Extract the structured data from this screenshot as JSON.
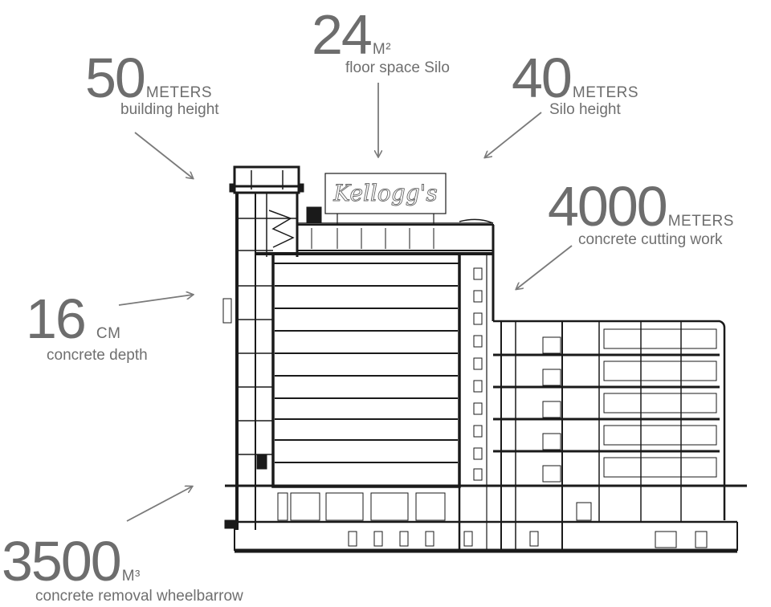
{
  "stats": {
    "floor_space": {
      "value": "24",
      "unit": "M²",
      "label": "floor space Silo"
    },
    "building_height": {
      "value": "50",
      "unit": "METERS",
      "label": "building height"
    },
    "silo_height": {
      "value": "40",
      "unit": "METERS",
      "label": "Silo height"
    },
    "cutting_work": {
      "value": "4000",
      "unit": "METERS",
      "label": "concrete cutting work"
    },
    "concrete_depth": {
      "value": "16",
      "unit": "CM",
      "label": "concrete depth"
    },
    "wheelbarrow": {
      "value": "3500",
      "unit": "M³",
      "label": "concrete removal wheelbarrow"
    }
  },
  "sign_text": "Kellogg's",
  "colors": {
    "text": "#6d6d6d",
    "arrow": "#7a7a7a",
    "line": "#1a1a1a"
  }
}
